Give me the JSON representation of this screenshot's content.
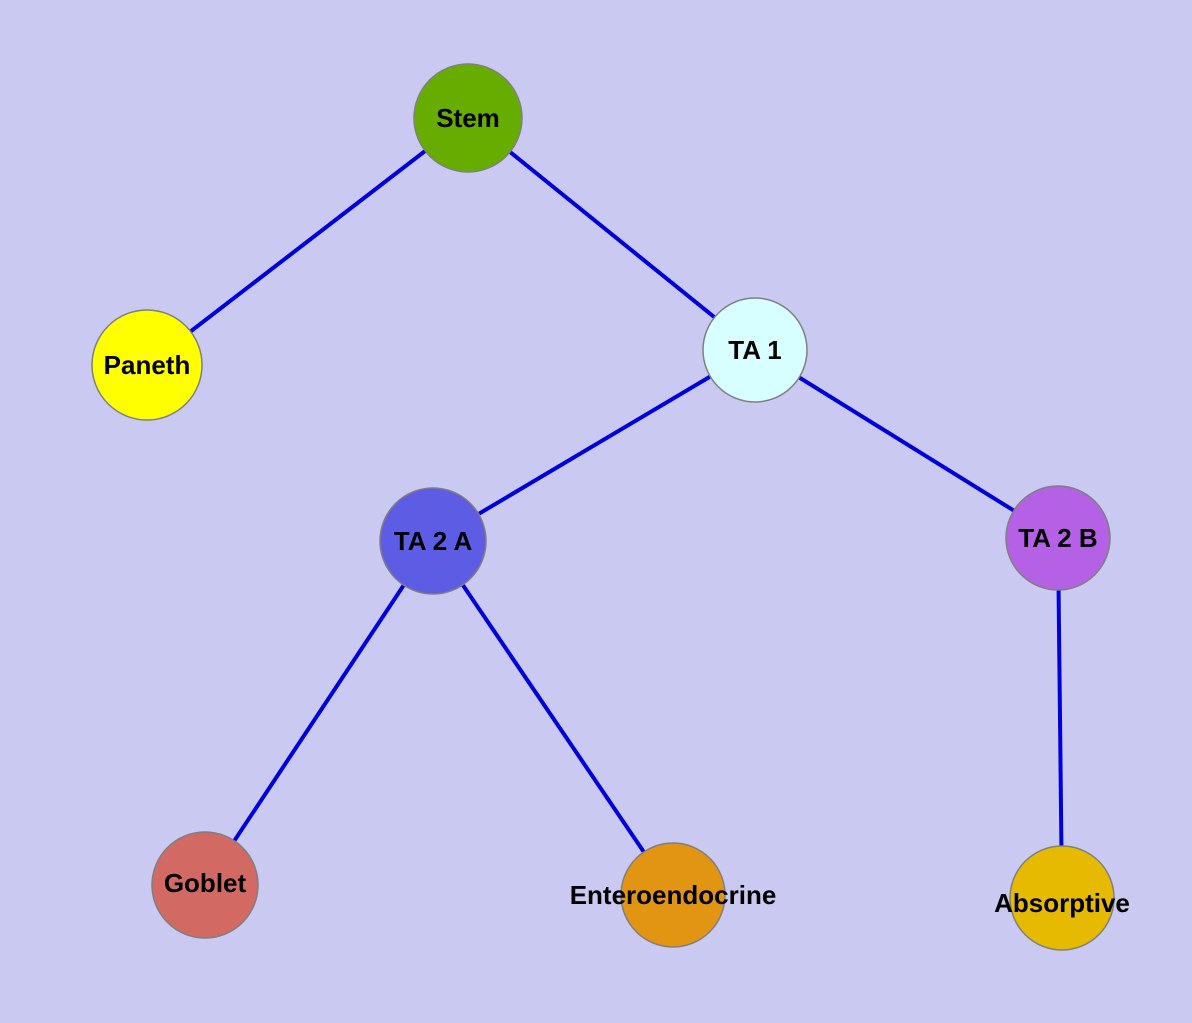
{
  "diagram": {
    "type": "graph",
    "description": "Cell lineage tree of intestinal cell differentiation",
    "background_color": "#c9c9f2",
    "edge_color": "#0000dd",
    "node_border_color": "#7f7f7f",
    "nodes": [
      {
        "id": "stem",
        "label": "Stem",
        "color": "#67ad00"
      },
      {
        "id": "paneth",
        "label": "Paneth",
        "color": "#ffff00"
      },
      {
        "id": "ta1",
        "label": "TA 1",
        "color": "#d7ffff"
      },
      {
        "id": "ta2a",
        "label": "TA 2 A",
        "color": "#5c5ce4"
      },
      {
        "id": "ta2b",
        "label": "TA 2 B",
        "color": "#b461e6"
      },
      {
        "id": "goblet",
        "label": "Goblet",
        "color": "#d26a63"
      },
      {
        "id": "enteroendocrine",
        "label": "Enteroendocrine",
        "color": "#e29413"
      },
      {
        "id": "absorptive",
        "label": "Absorptive",
        "color": "#e6ba00"
      }
    ],
    "edges": [
      {
        "from": "Stem",
        "to": "Paneth"
      },
      {
        "from": "Stem",
        "to": "TA 1"
      },
      {
        "from": "TA 1",
        "to": "TA 2 A"
      },
      {
        "from": "TA 1",
        "to": "TA 2 B"
      },
      {
        "from": "TA 2 A",
        "to": "Goblet"
      },
      {
        "from": "TA 2 A",
        "to": "Enteroendocrine"
      },
      {
        "from": "TA 2 B",
        "to": "Absorptive"
      }
    ]
  }
}
